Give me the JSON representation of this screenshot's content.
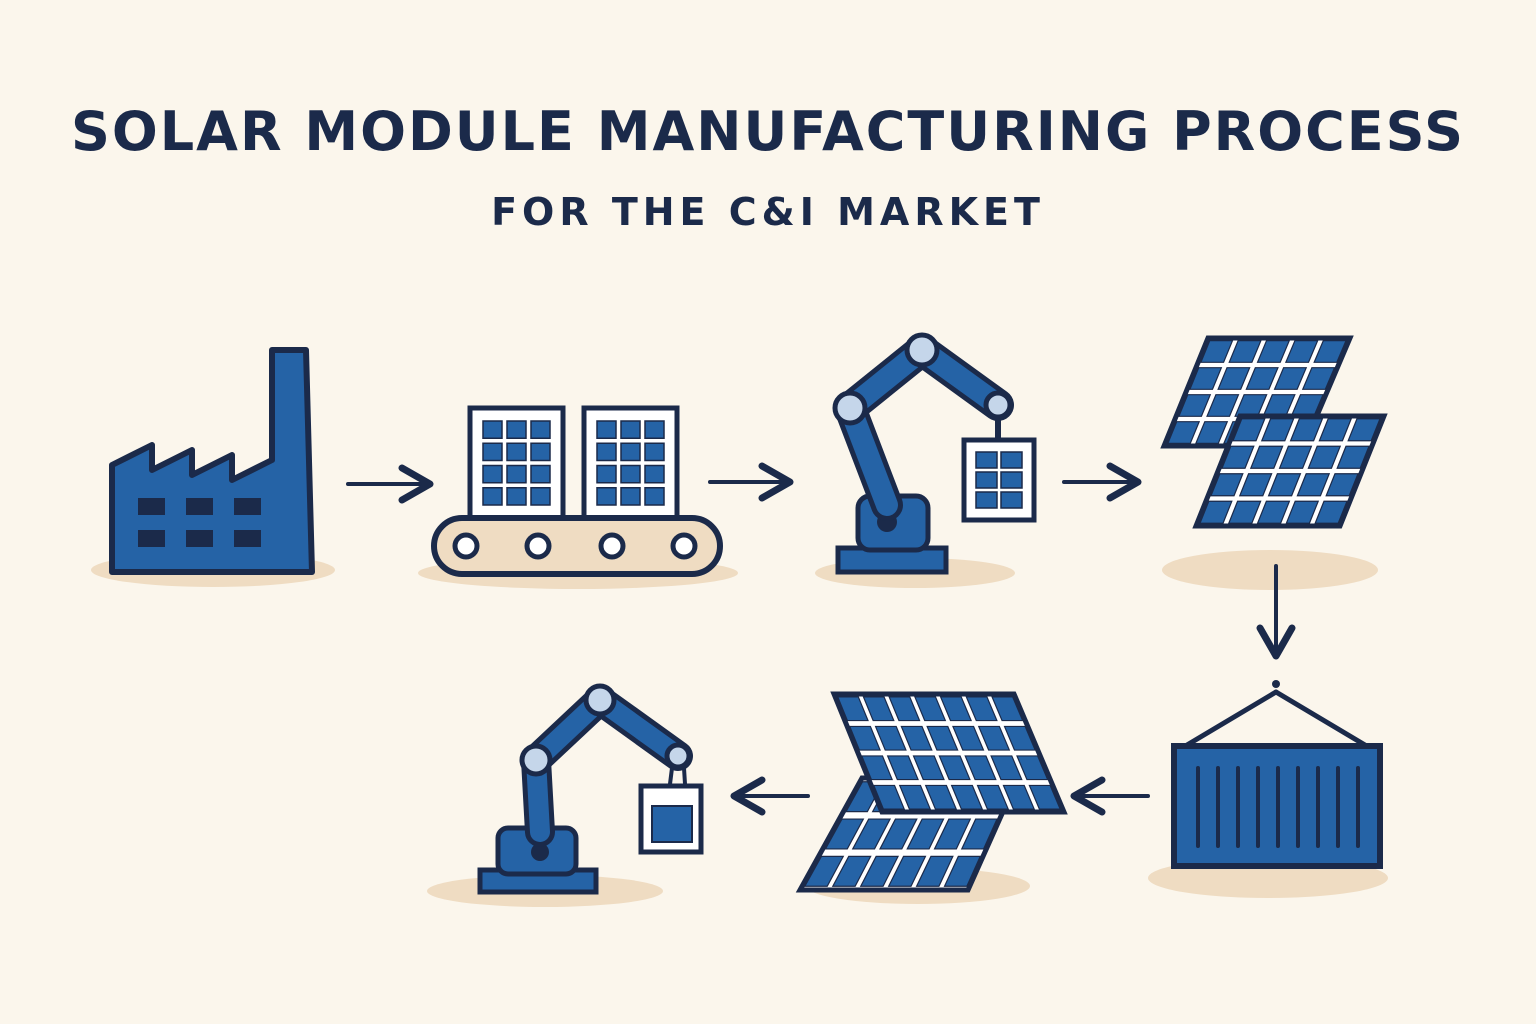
{
  "header": {
    "title": "SOLAR MODULE MANUFACTURING PROCESS",
    "subtitle": "FOR THE C&I MARKET"
  },
  "colors": {
    "background": "#fbf6ec",
    "primary_blue": "#2563a6",
    "outline": "#1b2a4a",
    "shadow": "#efdcc2",
    "cell_light": "#e8f1fa"
  },
  "steps": [
    {
      "icon": "factory-icon"
    },
    {
      "icon": "conveyor-belt-icon"
    },
    {
      "icon": "robotic-arm-icon"
    },
    {
      "icon": "solar-panels-icon"
    },
    {
      "icon": "shipping-container-icon"
    },
    {
      "icon": "solar-panels-icon"
    },
    {
      "icon": "robotic-arm-icon"
    }
  ],
  "connectors": [
    {
      "from": 0,
      "to": 1,
      "direction": "right"
    },
    {
      "from": 1,
      "to": 2,
      "direction": "right"
    },
    {
      "from": 2,
      "to": 3,
      "direction": "right"
    },
    {
      "from": 3,
      "to": 4,
      "direction": "down"
    },
    {
      "from": 4,
      "to": 5,
      "direction": "left"
    },
    {
      "from": 5,
      "to": 6,
      "direction": "left"
    }
  ]
}
